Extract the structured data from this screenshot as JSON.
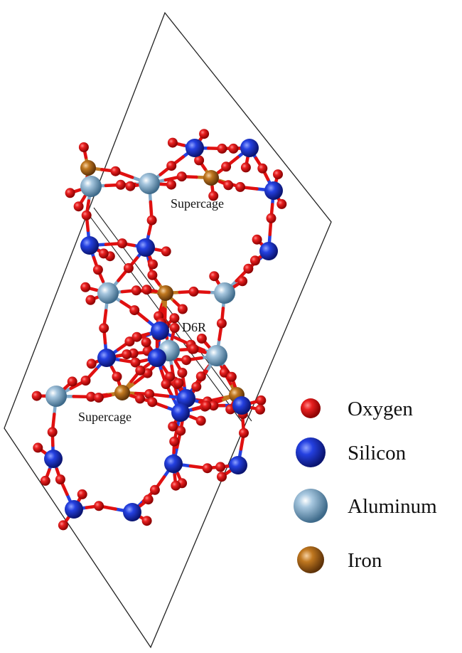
{
  "labels": {
    "supercage_top": "Supercage",
    "d6r": "D6R",
    "supercage_bottom": "Supercage"
  },
  "legend": [
    {
      "name": "Oxygen",
      "color": "#e01010",
      "icon": "red-sphere"
    },
    {
      "name": "Silicon",
      "color": "#1a33d6",
      "icon": "blue-sphere"
    },
    {
      "name": "Aluminum",
      "color": "#7fa8c8",
      "icon": "lightblue-sphere"
    },
    {
      "name": "Iron",
      "color": "#c07820",
      "icon": "orange-sphere"
    }
  ]
}
